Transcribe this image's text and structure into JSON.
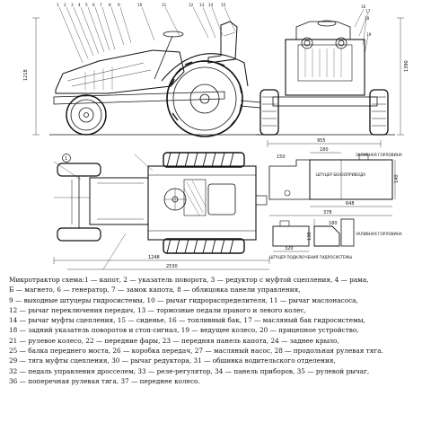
{
  "drawing": {
    "dims": {
      "height_side": "1218",
      "height_front": "1390",
      "width_front": "955",
      "track_top": "1248",
      "length_top": "2530",
      "tank_w1": "150",
      "tank_w2": "180",
      "tank_h": "140",
      "tank_len": "648",
      "tank_len2": "378",
      "small_w": "320",
      "small_h": "130",
      "small_side": "180"
    },
    "labels": {
      "filler_top": "ЗАЛИВНАЯ ГОРЛОВИНА",
      "fitting": "ШТУЦЕР БЕНЗОПРИВОДА",
      "hydro_fitting": "ШТУЦЕР ПОДКЛЮЧЕНИЯ ГИДРОСИСТЕМЫ",
      "filler_bottom": "ЗАЛИВНАЯ ГОРЛОВИНА",
      "view1": "1"
    }
  },
  "caption": {
    "lines": [
      "Микротрактор схема:1 — капот, 2 — указатель поворота, 3 — редуктор с муфтой сцепления, 4 — рама,",
      "Б — магнето, 6 — генератор, 7 — замок капота, 8 — облицовка панели управления,",
      "9 — выходные штуцеры гидросистемы, 10 — рычаг гидрораспределителя, 11 — рычаг маслонасоса,",
      "12 — рычаг переключения передач, 13 — тормозные педали правого и левого колес,",
      "14 — рычаг муфты сцепления, 15 — сиденье, 16 — топливный бак, 17 — масляный бак гидросистемы,",
      "18 — задний указатель поворотов и стоп-сигнал, 19 — ведущее колесо, 20 — прицепное устройство,",
      "21 — рулевое колесо, 22 — передние фары, 23 — передняя панель капота, 24 — заднее крыло,",
      "25 — балка переднего моста, 26 — коробка передач, 27 — масляный насос, 28 — продольная рулевая тяга.",
      "29 — тяга муфты сцепления, 30 — рычаг редуктора, 31 — обшивка водительского отделения,",
      "32 — педаль управления дросселем, 33 — реле-регулятор, 34 — панель приборов, 35 — рулевой рычаг,",
      "36 — поперечная рулевая тяга, 37 — переднее колесо."
    ]
  }
}
